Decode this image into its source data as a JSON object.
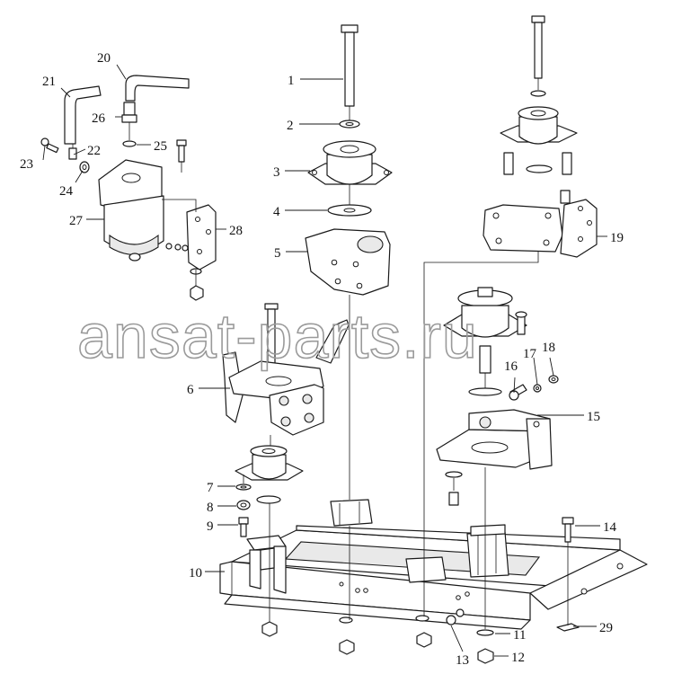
{
  "watermark": "ansat-parts.ru",
  "callouts": [
    {
      "id": "c1",
      "label": "1"
    },
    {
      "id": "c2",
      "label": "2"
    },
    {
      "id": "c3",
      "label": "3"
    },
    {
      "id": "c4",
      "label": "4"
    },
    {
      "id": "c5",
      "label": "5"
    },
    {
      "id": "c6",
      "label": "6"
    },
    {
      "id": "c7",
      "label": "7"
    },
    {
      "id": "c8",
      "label": "8"
    },
    {
      "id": "c9",
      "label": "9"
    },
    {
      "id": "c10",
      "label": "10"
    },
    {
      "id": "c11",
      "label": "11"
    },
    {
      "id": "c12",
      "label": "12"
    },
    {
      "id": "c13",
      "label": "13"
    },
    {
      "id": "c14",
      "label": "14"
    },
    {
      "id": "c15",
      "label": "15"
    },
    {
      "id": "c16",
      "label": "16"
    },
    {
      "id": "c17",
      "label": "17"
    },
    {
      "id": "c18",
      "label": "18"
    },
    {
      "id": "c19",
      "label": "19"
    },
    {
      "id": "c20",
      "label": "20"
    },
    {
      "id": "c21",
      "label": "21"
    },
    {
      "id": "c22",
      "label": "22"
    },
    {
      "id": "c23",
      "label": "23"
    },
    {
      "id": "c24",
      "label": "24"
    },
    {
      "id": "c25",
      "label": "25"
    },
    {
      "id": "c26",
      "label": "26"
    },
    {
      "id": "c27",
      "label": "27"
    },
    {
      "id": "c28",
      "label": "28"
    },
    {
      "id": "c29",
      "label": "29"
    }
  ]
}
